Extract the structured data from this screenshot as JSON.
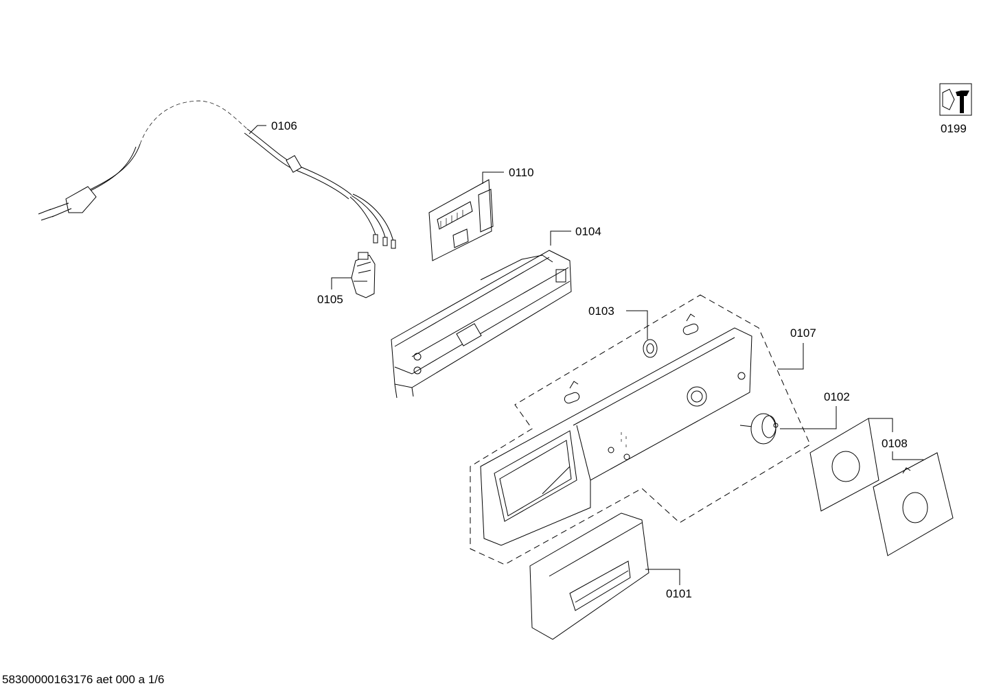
{
  "parts": {
    "p0101": "0101",
    "p0102": "0102",
    "p0103": "0103",
    "p0104": "0104",
    "p0105": "0105",
    "p0106": "0106",
    "p0107": "0107",
    "p0108": "0108",
    "p0110": "0110",
    "p0199": "0199"
  },
  "document_id": "58300000163176 aet 000 a 1/6",
  "icons": {
    "service_tool": "wrench-tool-icon"
  }
}
